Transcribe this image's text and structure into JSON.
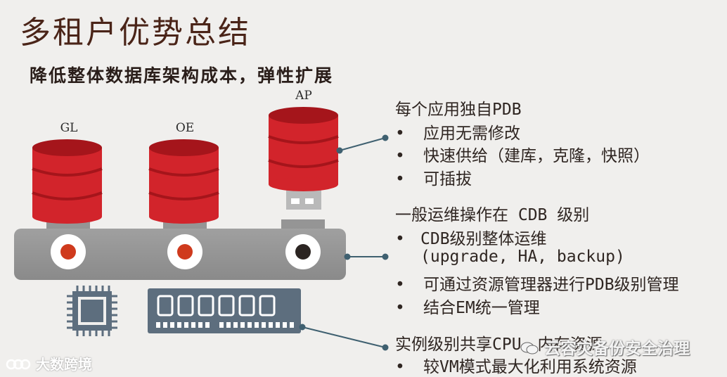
{
  "title": "多租户优势总结",
  "subtitle": "降低整体数据库架构成本，弹性扩展",
  "databases": [
    {
      "label": "GL"
    },
    {
      "label": "OE"
    },
    {
      "label": "AP"
    }
  ],
  "sections": [
    {
      "heading": "每个应用独自PDB",
      "bullets": [
        "应用无需修改",
        "快速供给（建库，克隆，快照）",
        "可插拔"
      ]
    },
    {
      "heading": "一般运维操作在 CDB 级别",
      "bullets": [
        "CDB级别整体运维",
        "可通过资源管理器进行PDB级别管理",
        "结合EM统一管理"
      ],
      "continuation": "(upgrade, HA, backup)"
    },
    {
      "heading": "实例级别共享CPU，内存资源",
      "bullets": [
        "较VM模式最大化利用系统资源"
      ]
    }
  ],
  "bullet_char": "•",
  "watermarks": {
    "right": "云容灾备份安全治理",
    "left": "大数跨境"
  },
  "colors": {
    "db_red": "#d2242b",
    "db_dark_red": "#a5151b",
    "bar_gray": "#8e8e8e",
    "connector": "#3f6070"
  }
}
